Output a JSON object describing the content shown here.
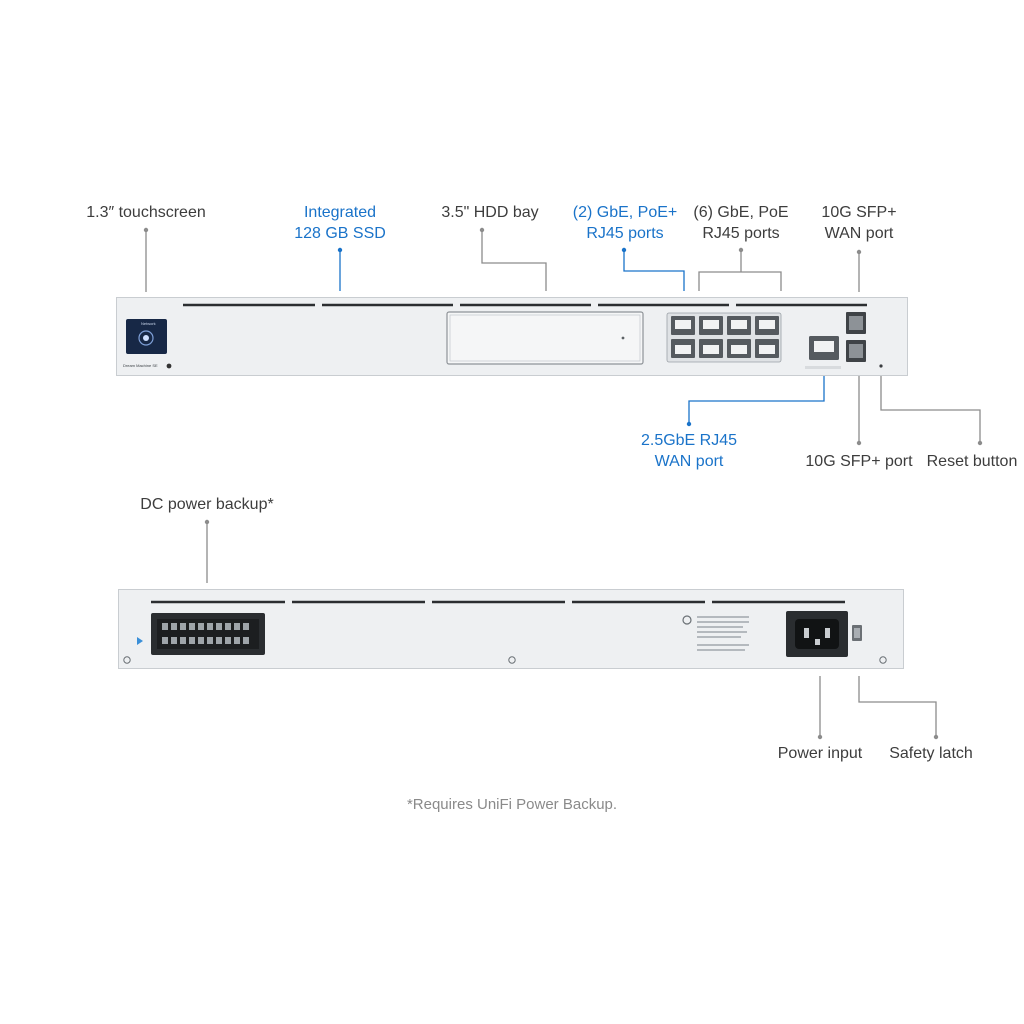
{
  "front": {
    "labels": {
      "touchscreen": "1.3″ touchscreen",
      "ssd": "Integrated\n128 GB SSD",
      "hdd": "3.5\" HDD bay",
      "poe_plus": "(2) GbE, PoE+\nRJ45 ports",
      "poe": "(6) GbE, PoE\nRJ45 ports",
      "sfp_wan": "10G SFP+\nWAN port",
      "wan_25": "2.5GbE RJ45\nWAN port",
      "sfp_port": "10G SFP+ port",
      "reset": "Reset button"
    },
    "device_name": "Dream Machine SE",
    "screen_text": "Network"
  },
  "back": {
    "labels": {
      "dc_backup": "DC power backup*",
      "power_input": "Power input",
      "safety_latch": "Safety latch"
    }
  },
  "footnote": "*Requires UniFi Power Backup.",
  "colors": {
    "accent": "#1a73c9",
    "text": "#3d3d3d",
    "leader": "#8c8c8c",
    "chassis": "#eef0f2"
  }
}
